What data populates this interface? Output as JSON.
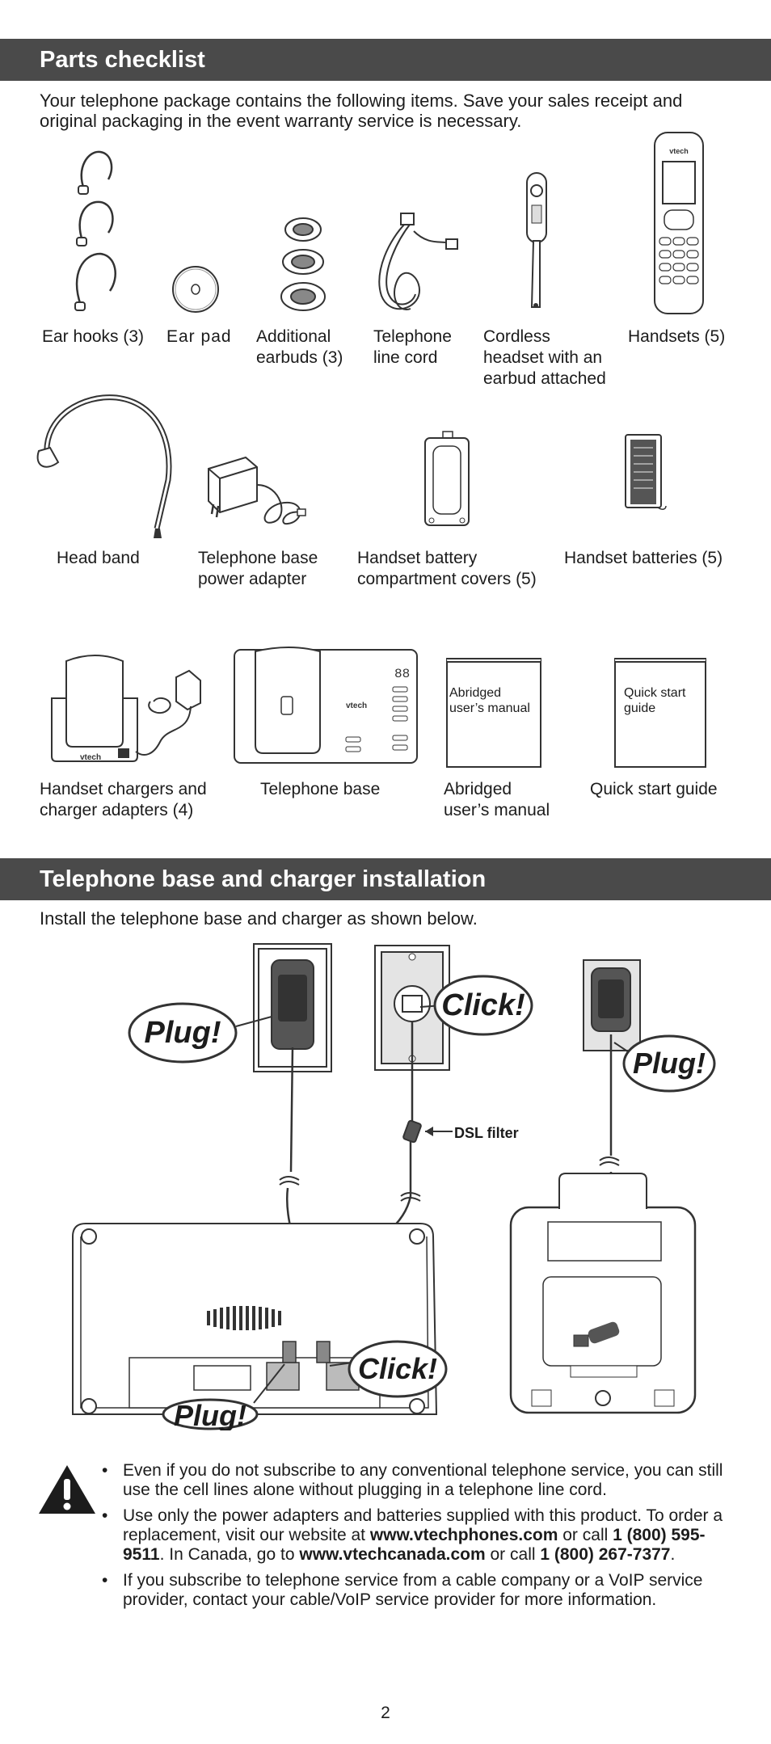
{
  "parts_section": {
    "title": "Parts checklist",
    "intro": "Your telephone package contains the following items. Save your sales receipt and original packaging in the event warranty service is necessary.",
    "items": [
      {
        "label": "Ear hooks (3)"
      },
      {
        "label": "Ear pad"
      },
      {
        "label": "Additional\nearbuds (3)"
      },
      {
        "label": "Telephone\nline cord"
      },
      {
        "label": "Cordless\nheadset with an\nearbud attached"
      },
      {
        "label": "Handsets (5)"
      },
      {
        "label": "Head band"
      },
      {
        "label": "Telephone base\npower adapter"
      },
      {
        "label": "Handset battery\ncompartment covers (5)"
      },
      {
        "label": "Handset batteries (5)"
      },
      {
        "label": "Handset chargers and\ncharger adapters (4)"
      },
      {
        "label": "Telephone base"
      },
      {
        "label": "Abridged\nuser’s manual"
      },
      {
        "label": "Quick start guide"
      }
    ],
    "manual_cover_label": "Abridged\nuser’s manual",
    "guide_cover_label": "Quick start\nguide",
    "brand": "vtech"
  },
  "install_section": {
    "title": "Telephone base and charger installation",
    "intro": "Install the telephone base and charger as shown below.",
    "callouts": {
      "plug": "Plug!",
      "click": "Click!",
      "dsl_filter": "DSL filter"
    }
  },
  "notes": [
    {
      "parts": [
        {
          "text": "Even if you do not subscribe to any conventional telephone service, you can still use the cell lines alone without plugging in a telephone line cord.",
          "bold": false
        }
      ]
    },
    {
      "parts": [
        {
          "text": "Use only the power adapters and batteries supplied with this product. To order a replacement, visit our website at ",
          "bold": false
        },
        {
          "text": "www.vtechphones.com",
          "bold": true
        },
        {
          "text": " or call ",
          "bold": false
        },
        {
          "text": "1 (800) 595-9511",
          "bold": true
        },
        {
          "text": ". In Canada, go to ",
          "bold": false
        },
        {
          "text": "www.vtechcanada.com",
          "bold": true
        },
        {
          "text": " or call ",
          "bold": false
        },
        {
          "text": "1 (800) 267-7377",
          "bold": true
        },
        {
          "text": ".",
          "bold": false
        }
      ]
    },
    {
      "parts": [
        {
          "text": "If you subscribe to telephone service from a cable company or a VoIP service provider, contact your cable/VoIP service provider for more information.",
          "bold": false
        }
      ]
    }
  ],
  "bullet_symbol": "•",
  "warning_icon": "warning-triangle-icon",
  "page_number": "2",
  "colors": {
    "band": "#4a4a4a",
    "band_text": "#ffffff",
    "text": "#1c1c1c"
  }
}
